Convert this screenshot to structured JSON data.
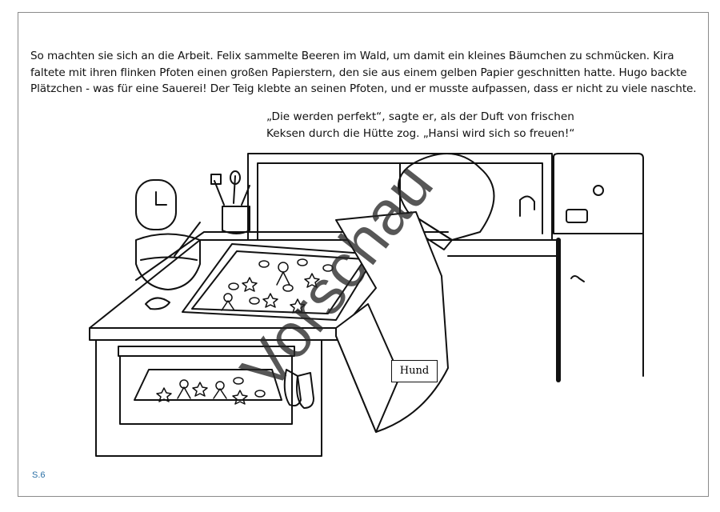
{
  "story": {
    "paragraph": "So machten sie sich an die Arbeit. Felix sammelte Beeren im Wald, um damit ein kleines Bäumchen zu schmücken. Kira faltete mit ihren flinken Pfoten einen großen Papierstern, den sie aus einem gelben Papier geschnitten hatte. Hugo backte Plätzchen - was für eine Sauerei! Der Teig klebte an seinen Pfoten, und er musste aufpassen, dass er nicht zu viele naschte.",
    "quote_line1": "„Die werden perfekt“, sagte er, als der Duft von frischen",
    "quote_line2": "Keksen durch die Hütte zog. „Hansi wird sich so freuen!“"
  },
  "illustration": {
    "label": "Hund",
    "watermark": "Vorschau"
  },
  "footer": {
    "page_number": "S.6"
  }
}
